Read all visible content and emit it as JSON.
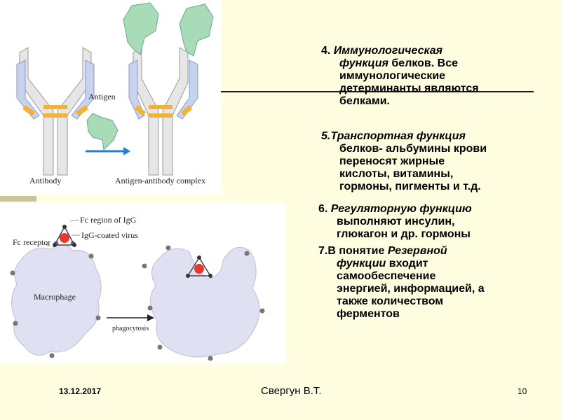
{
  "figure1": {
    "label_antibody": "Antibody",
    "label_antigen": "Antigen",
    "label_complex": "Antigen-antibody complex",
    "colors": {
      "chain_gray": "#e6e6e6",
      "chain_blue": "#c7d3ee",
      "hinge": "#f2b138",
      "antigen": "#a8dcb8"
    }
  },
  "figure2": {
    "label_fc_region": "Fc region of IgG",
    "label_virus": "IgG-coated virus",
    "label_receptor": "Fc receptor",
    "label_macrophage": "Macrophage",
    "label_phagocytosis": "phagocytosis",
    "colors": {
      "cell": "#dfe1f2",
      "virus": "#e8372d",
      "receptor": "#777777"
    }
  },
  "content": {
    "p4": {
      "num": "4.",
      "italic": "Иммунологическая функция",
      "rest1": " белков. Все",
      "line3": "иммунологические",
      "line4": "детерминанты являются",
      "line5": "белками."
    },
    "p5": {
      "italic": "5.Транспортная функция",
      "line2": "белков- альбумины крови",
      "line3": "переносят  жирные",
      "line4": "кислоты, витамины,",
      "line5": "гормоны, пигменты и т.д."
    },
    "p6": {
      "num": "6.",
      "italic": "Регуляторную функцию",
      "line2": "выполняют инсулин,",
      "line3": "глюкагон и др. гормоны"
    },
    "p7": {
      "num": "7.В понятие",
      "italic": "Резервной",
      "line2_italic": "функции",
      "line2_rest": " входит",
      "line3": "самообеспечение",
      "line4": "энергией, информацией, а",
      "line5": "также количеством",
      "line6": "ферментов"
    }
  },
  "footer": {
    "date": "13.12.2017",
    "author": "Свергун В.Т.",
    "page": "10"
  }
}
